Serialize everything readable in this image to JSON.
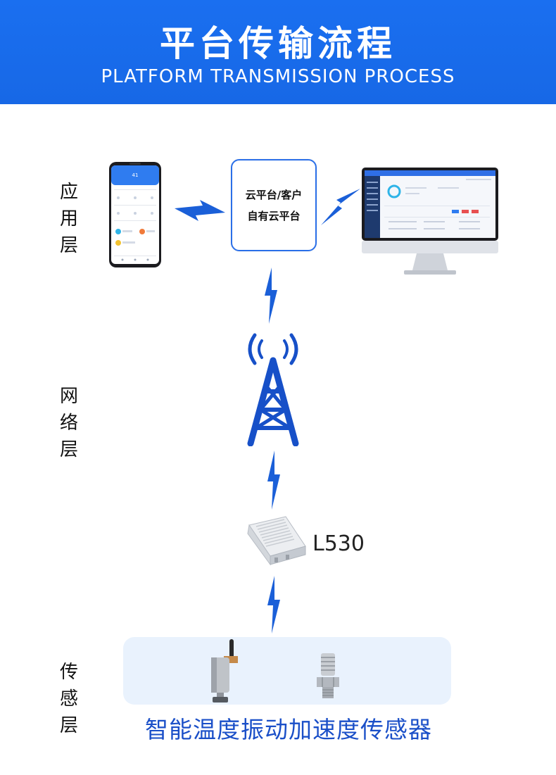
{
  "header": {
    "title": "平台传输流程",
    "subtitle": "PLATFORM TRANSMISSION PROCESS"
  },
  "layers": {
    "application": [
      "应",
      "用",
      "层"
    ],
    "network": [
      "网",
      "络",
      "层"
    ],
    "sensing": [
      "传",
      "感",
      "层"
    ]
  },
  "cloud_box": {
    "line1": "云平台/客户",
    "line2": "自有云平台"
  },
  "gateway": {
    "label": "L530"
  },
  "sensors": {
    "caption": "智能温度振动加速度传感器"
  },
  "colors": {
    "header_bg": "#1a6ff0",
    "bolt": "#1a5fd8",
    "tower": "#1750c8",
    "sensor_panel": "#e9f2fd",
    "caption": "#1a4fc8"
  },
  "icons": [
    "phone-app",
    "desktop-monitor",
    "lightning-bolt",
    "cell-tower",
    "gateway-device",
    "vibration-sensor",
    "pressure-sensor"
  ]
}
